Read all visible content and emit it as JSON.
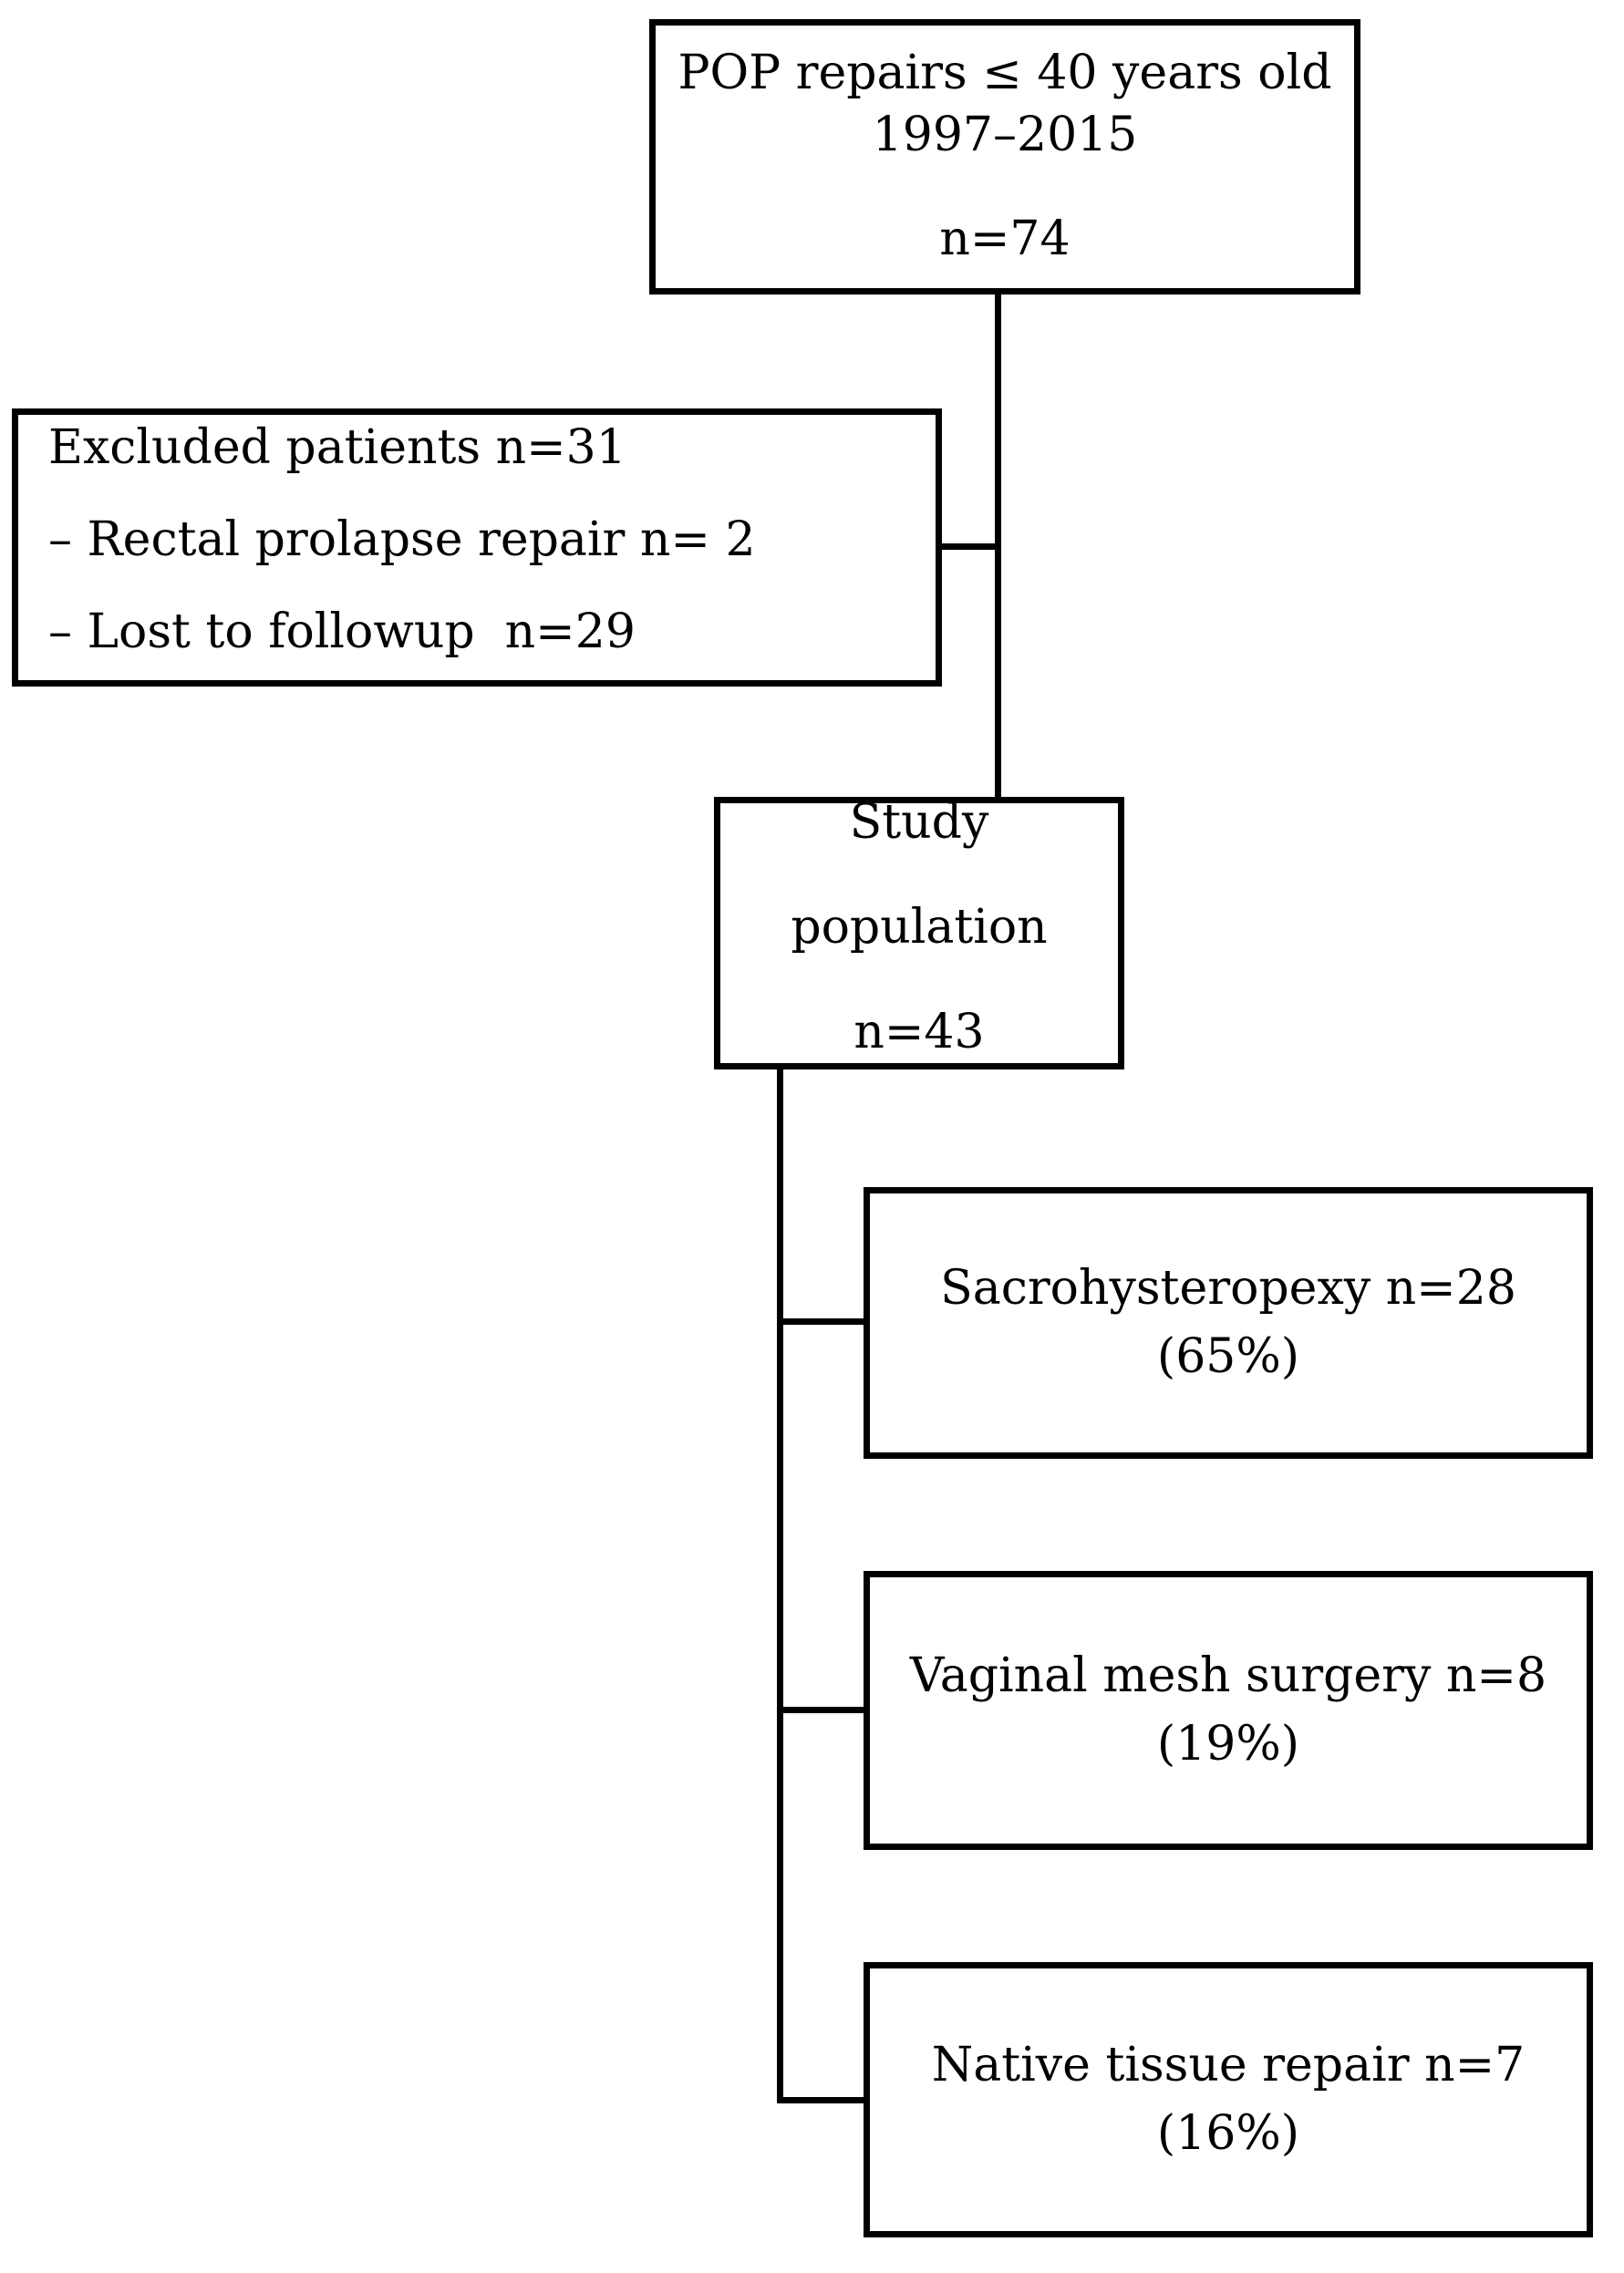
{
  "diagram": {
    "colors": {
      "background": "#ffffff",
      "line": "#000000",
      "text": "#000000"
    },
    "nodes": {
      "pop_repairs": {
        "title_line1": "POP repairs ≤ 40 years old",
        "title_line2": "1997–2015",
        "count": "n=74"
      },
      "excluded": {
        "heading": "Excluded patients n=31",
        "item1": "– Rectal prolapse repair n= 2",
        "item2": "– Lost to followup  n=29"
      },
      "study_population": {
        "title": "Study population",
        "count": "n=43"
      },
      "sacrohysteropexy": {
        "title": "Sacrohysteropexy n=28",
        "percent": "(65%)"
      },
      "vaginal_mesh": {
        "title": "Vaginal mesh surgery n=8",
        "percent": "(19%)"
      },
      "native_tissue": {
        "title": "Native tissue repair n=7",
        "percent": "(16%)"
      }
    }
  }
}
